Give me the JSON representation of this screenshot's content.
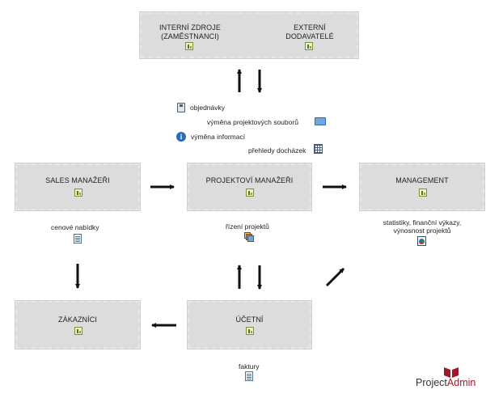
{
  "boxes": {
    "internal": {
      "label": "INTERNÍ ZDROJE\n(ZAMĚSTNANCI)",
      "icon": "team-icon"
    },
    "external": {
      "label": "EXTERNÍ\nDODAVATELÉ",
      "icon": "team-icon"
    },
    "sales": {
      "label": "SALES MANAŽEŘI",
      "icon": "team-icon"
    },
    "projects": {
      "label": "PROJEKTOVÍ MANAŽEŘI",
      "icon": "team-icon"
    },
    "management": {
      "label": "MANAGEMENT",
      "icon": "team-icon"
    },
    "customers": {
      "label": "ZÁKAZNÍCI",
      "icon": "team-icon"
    },
    "accounting": {
      "label": "ÚČETNÍ",
      "icon": "team-icon"
    }
  },
  "notes": {
    "orders": {
      "text": "objednávky",
      "icon": "phone-icon"
    },
    "file_exchange": {
      "text": "výměna projektových souborů",
      "icon": "folder-icon"
    },
    "info_exchange": {
      "text": "výměna informací",
      "icon": "info-icon"
    },
    "attendance": {
      "text": "přehledy docházek",
      "icon": "grid-icon"
    },
    "quotes": {
      "text": "cenové nabídky",
      "icon": "document-icon"
    },
    "project_control": {
      "text": "řízení projektů",
      "icon": "stack-icon"
    },
    "statistics": {
      "text": "statistiky, finanční výkazy,\nvýnosnost projektů",
      "icon": "chart-icon"
    },
    "invoices": {
      "text": "faktury",
      "icon": "document-icon"
    }
  },
  "logo": {
    "part1": "Project",
    "part2": "Admin",
    "brand_color": "#9a1b2e"
  },
  "colors": {
    "box_fill": "#dcdcdc",
    "arrow": "#111111"
  }
}
